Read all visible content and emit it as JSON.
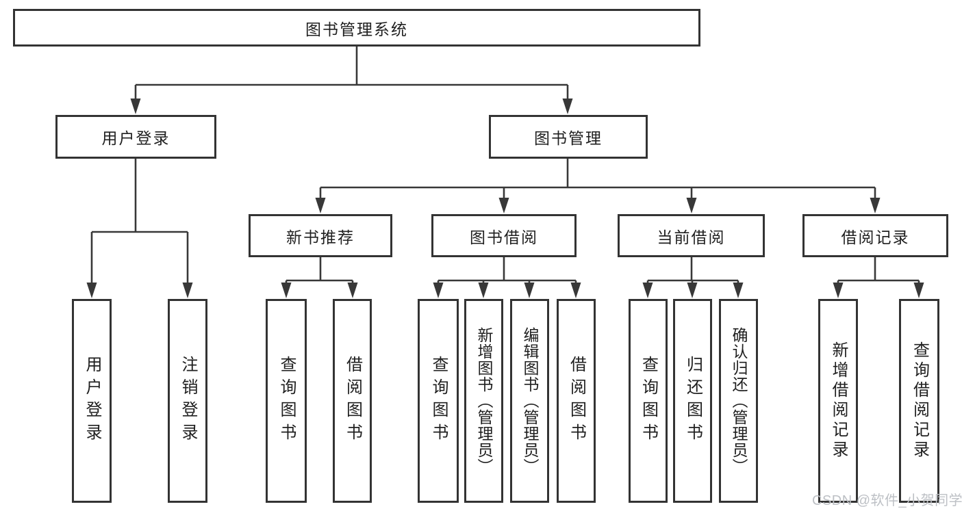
{
  "diagram": {
    "root": {
      "label": "图书管理系统"
    },
    "branches": [
      {
        "label": "用户登录",
        "children": [
          {
            "label": "用户登录"
          },
          {
            "label": "注销登录"
          }
        ]
      },
      {
        "label": "图书管理",
        "children": [
          {
            "label": "新书推荐",
            "children": [
              {
                "label": "查询图书"
              },
              {
                "label": "借阅图书"
              }
            ]
          },
          {
            "label": "图书借阅",
            "children": [
              {
                "label": "查询图书"
              },
              {
                "label": "新增图书（管理员）"
              },
              {
                "label": "编辑图书（管理员）"
              },
              {
                "label": "借阅图书"
              }
            ]
          },
          {
            "label": "当前借阅",
            "children": [
              {
                "label": "查询图书"
              },
              {
                "label": "归还图书"
              },
              {
                "label": "确认归还（管理员）"
              }
            ]
          },
          {
            "label": "借阅记录",
            "children": [
              {
                "label": "新增借阅记录"
              },
              {
                "label": "查询借阅记录"
              }
            ]
          }
        ]
      }
    ]
  },
  "watermark": {
    "text": "CSDN @软件_小贺同学"
  },
  "colors": {
    "line": "#383838",
    "box_border": "#333333",
    "text": "#1f1f1f",
    "background": "#ffffff",
    "watermark": "#bdc0c5"
  }
}
